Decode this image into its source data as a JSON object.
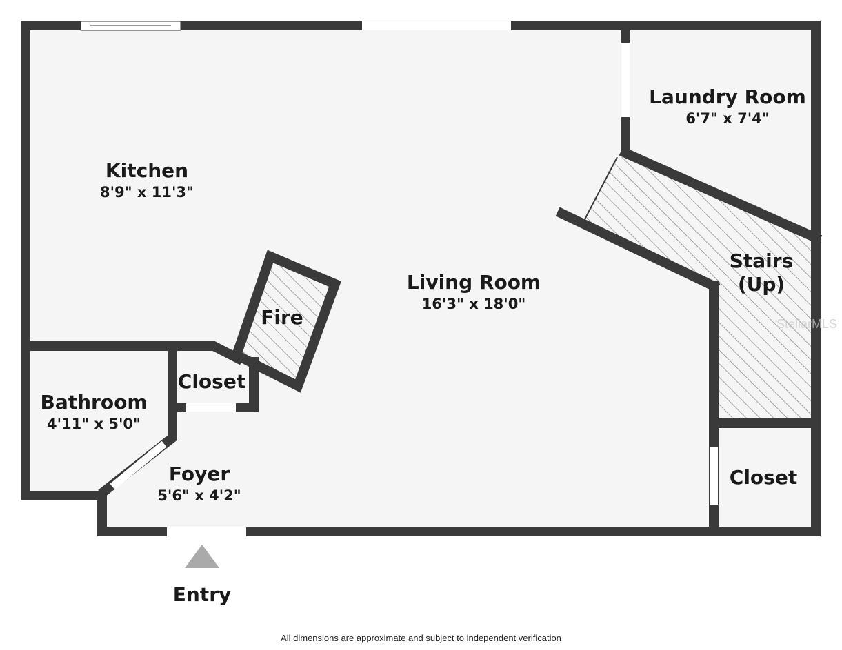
{
  "rooms": [
    {
      "name": "Kitchen",
      "dim": "8'9\" x 11'3\""
    },
    {
      "name": "Living Room",
      "dim": "16'3\" x 18'0\""
    },
    {
      "name": "Laundry Room",
      "dim": "6'7\" x 7'4\""
    },
    {
      "name": "Stairs",
      "dim": "(Up)"
    },
    {
      "name": "Fire"
    },
    {
      "name": "Closet"
    },
    {
      "name": "Bathroom",
      "dim": "4'11\" x 5'0\""
    },
    {
      "name": "Foyer",
      "dim": "5'6\" x 4'2\""
    },
    {
      "name": "Closet"
    }
  ],
  "entry": "Entry",
  "footer": "All dimensions are approximate and subject to independent verification",
  "watermark": "StellarMLS",
  "colors": {
    "wall": "#3a3a3a",
    "floor": "#f5f5f5",
    "entry_arrow": "#aaaaaa"
  }
}
